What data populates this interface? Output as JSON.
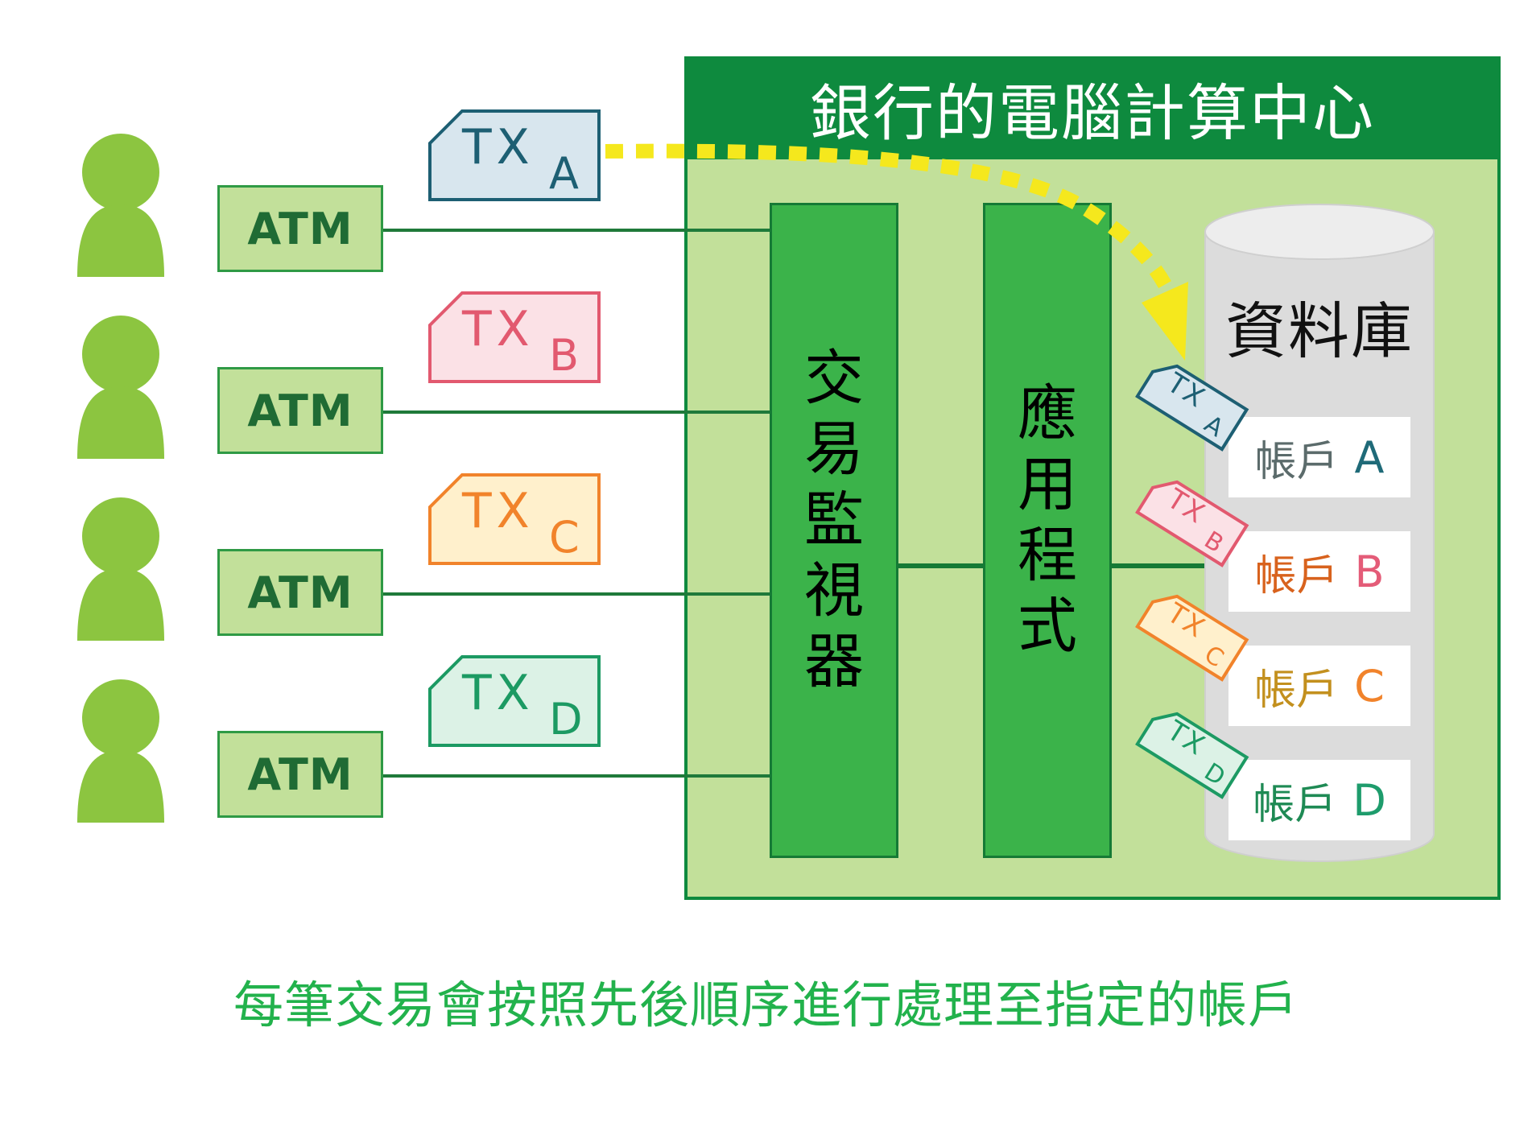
{
  "center": {
    "title": "銀行的電腦計算中心"
  },
  "atm_label": "ATM",
  "tx_label": "TX",
  "transactions": [
    {
      "letter": "A",
      "color": "#1d5f73",
      "fill": "#d8e6ee"
    },
    {
      "letter": "B",
      "color": "#e2596f",
      "fill": "#fbe1e6"
    },
    {
      "letter": "C",
      "color": "#f1832b",
      "fill": "#fff0cc"
    },
    {
      "letter": "D",
      "color": "#1c9a63",
      "fill": "#dcf2e6"
    }
  ],
  "monitor": {
    "chars": [
      "交",
      "易",
      "監",
      "視",
      "器"
    ]
  },
  "application": {
    "chars": [
      "應",
      "用",
      "程",
      "式"
    ]
  },
  "database": {
    "title": "資料庫"
  },
  "accounts": [
    {
      "name": "帳戶",
      "letter": "A",
      "name_color": "#5b6b6b",
      "letter_color": "#1f6a78"
    },
    {
      "name": "帳戶",
      "letter": "B",
      "name_color": "#d8621d",
      "letter_color": "#e45c78"
    },
    {
      "name": "帳戶",
      "letter": "C",
      "name_color": "#c3901e",
      "letter_color": "#f1832b"
    },
    {
      "name": "帳戶",
      "letter": "D",
      "name_color": "#1e8a54",
      "letter_color": "#1e9c6c"
    }
  ],
  "caption": "每筆交易會按照先後順序進行處理至指定的帳戶",
  "colors": {
    "person": "#8cc540",
    "arrow": "#f5e81d",
    "header": "#0e8a3e",
    "panel": "#c2e09a",
    "column": "#3bb34a"
  }
}
